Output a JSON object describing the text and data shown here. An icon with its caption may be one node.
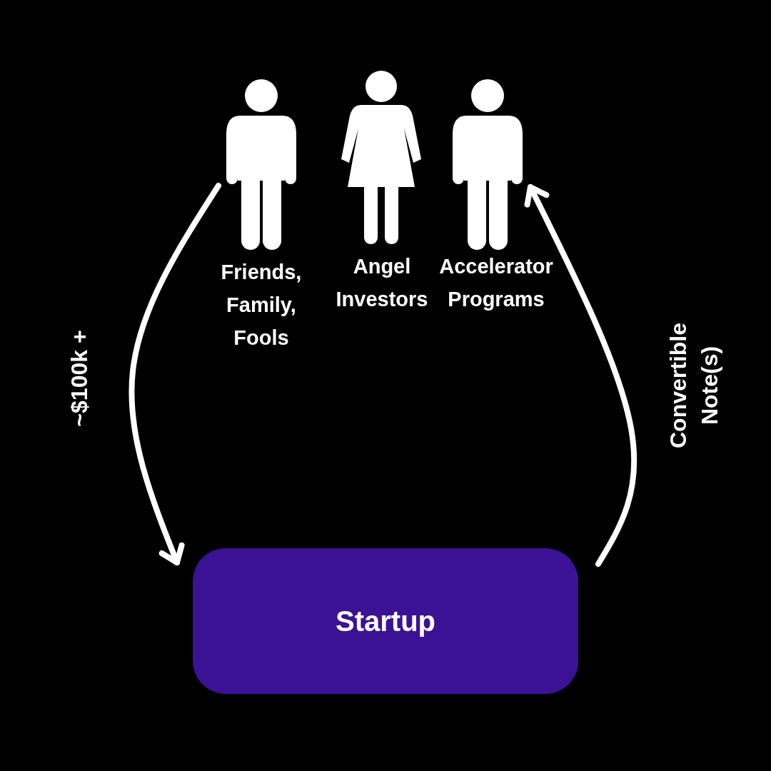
{
  "diagram": {
    "nodes": [
      {
        "text": [
          "Friends, Family, Fools"
        ]
      },
      {
        "text": [
          "Angel Investors"
        ]
      },
      {
        "text": [
          "Accelerator Programs"
        ]
      },
      {
        "text": [
          "Startup"
        ]
      }
    ],
    "edges": [
      {
        "from": 0,
        "to": 3,
        "arrow": "to",
        "label": "~$100k +"
      },
      {
        "from": 3,
        "to": 2,
        "arrow": "to",
        "label": "Convertible Note(s)"
      }
    ]
  }
}
